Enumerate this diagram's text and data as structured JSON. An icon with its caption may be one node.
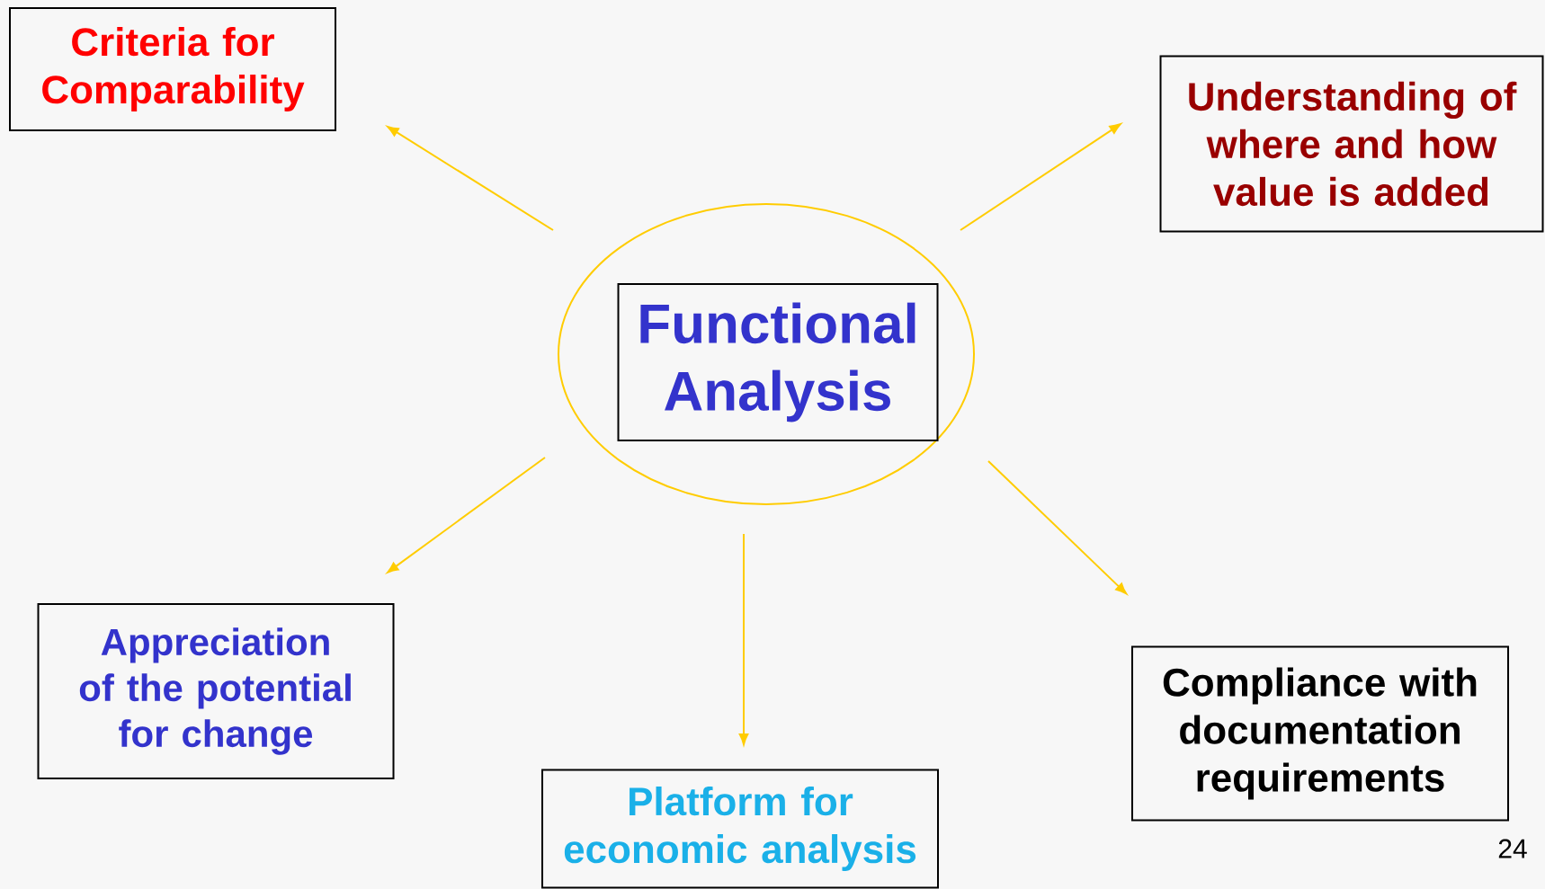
{
  "diagram": {
    "nodes": [
      {
        "text": [
          "Criteria for Comparability"
        ]
      },
      {
        "text": [
          "Understanding of where and how value is added"
        ]
      },
      {
        "text": [],
        "shape": "ellipse"
      },
      {
        "text": [
          "Functional Analysis"
        ],
        "in": 2
      },
      {
        "text": [
          "Appreciation of the potential for change"
        ]
      },
      {
        "text": [
          "Compliance with documentation requirements"
        ]
      },
      {
        "text": [
          "Platform for economic analysis"
        ]
      }
    ],
    "edges": [
      {
        "from": 2,
        "to": 0,
        "arrow": "to"
      },
      {
        "from": 2,
        "to": 1,
        "arrow": "to"
      },
      {
        "from": 2,
        "to": 4,
        "arrow": "to"
      },
      {
        "from": 2,
        "to": 6,
        "arrow": "to"
      },
      {
        "from": 2,
        "to": 5,
        "arrow": "to"
      }
    ],
    "labels": [
      "24"
    ]
  }
}
